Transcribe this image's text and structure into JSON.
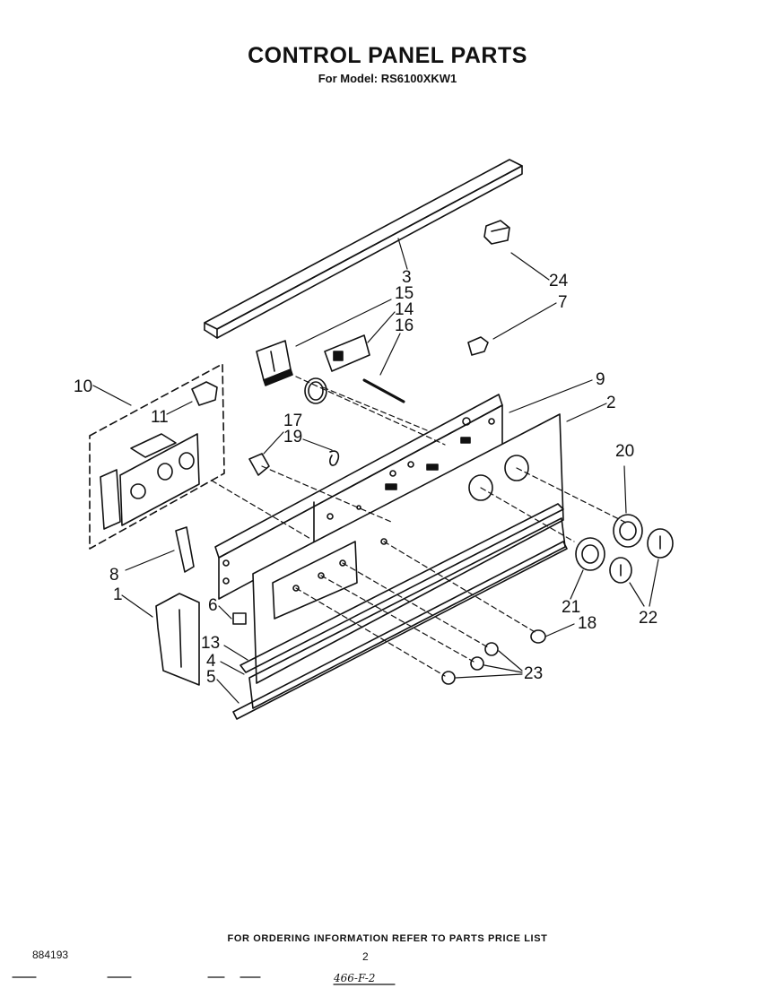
{
  "header": {
    "title": "CONTROL PANEL PARTS",
    "subtitle": "For Model: RS6100XKW1"
  },
  "callouts": {
    "p1": "1",
    "p2": "2",
    "p3": "3",
    "p4": "4",
    "p5": "5",
    "p6": "6",
    "p7": "7",
    "p8": "8",
    "p9": "9",
    "p10": "10",
    "p11": "11",
    "p13": "13",
    "p14": "14",
    "p15": "15",
    "p16": "16",
    "p17": "17",
    "p18": "18",
    "p19": "19",
    "p20": "20",
    "p21": "21",
    "p22": "22",
    "p23": "23",
    "p24": "24"
  },
  "footer": {
    "ordering_note": "FOR ORDERING INFORMATION REFER TO PARTS PRICE LIST",
    "doc_number": "884193",
    "page_number": "2",
    "handwritten_code": "466-F-2"
  },
  "colors": {
    "ink": "#111111",
    "paper": "#ffffff"
  }
}
